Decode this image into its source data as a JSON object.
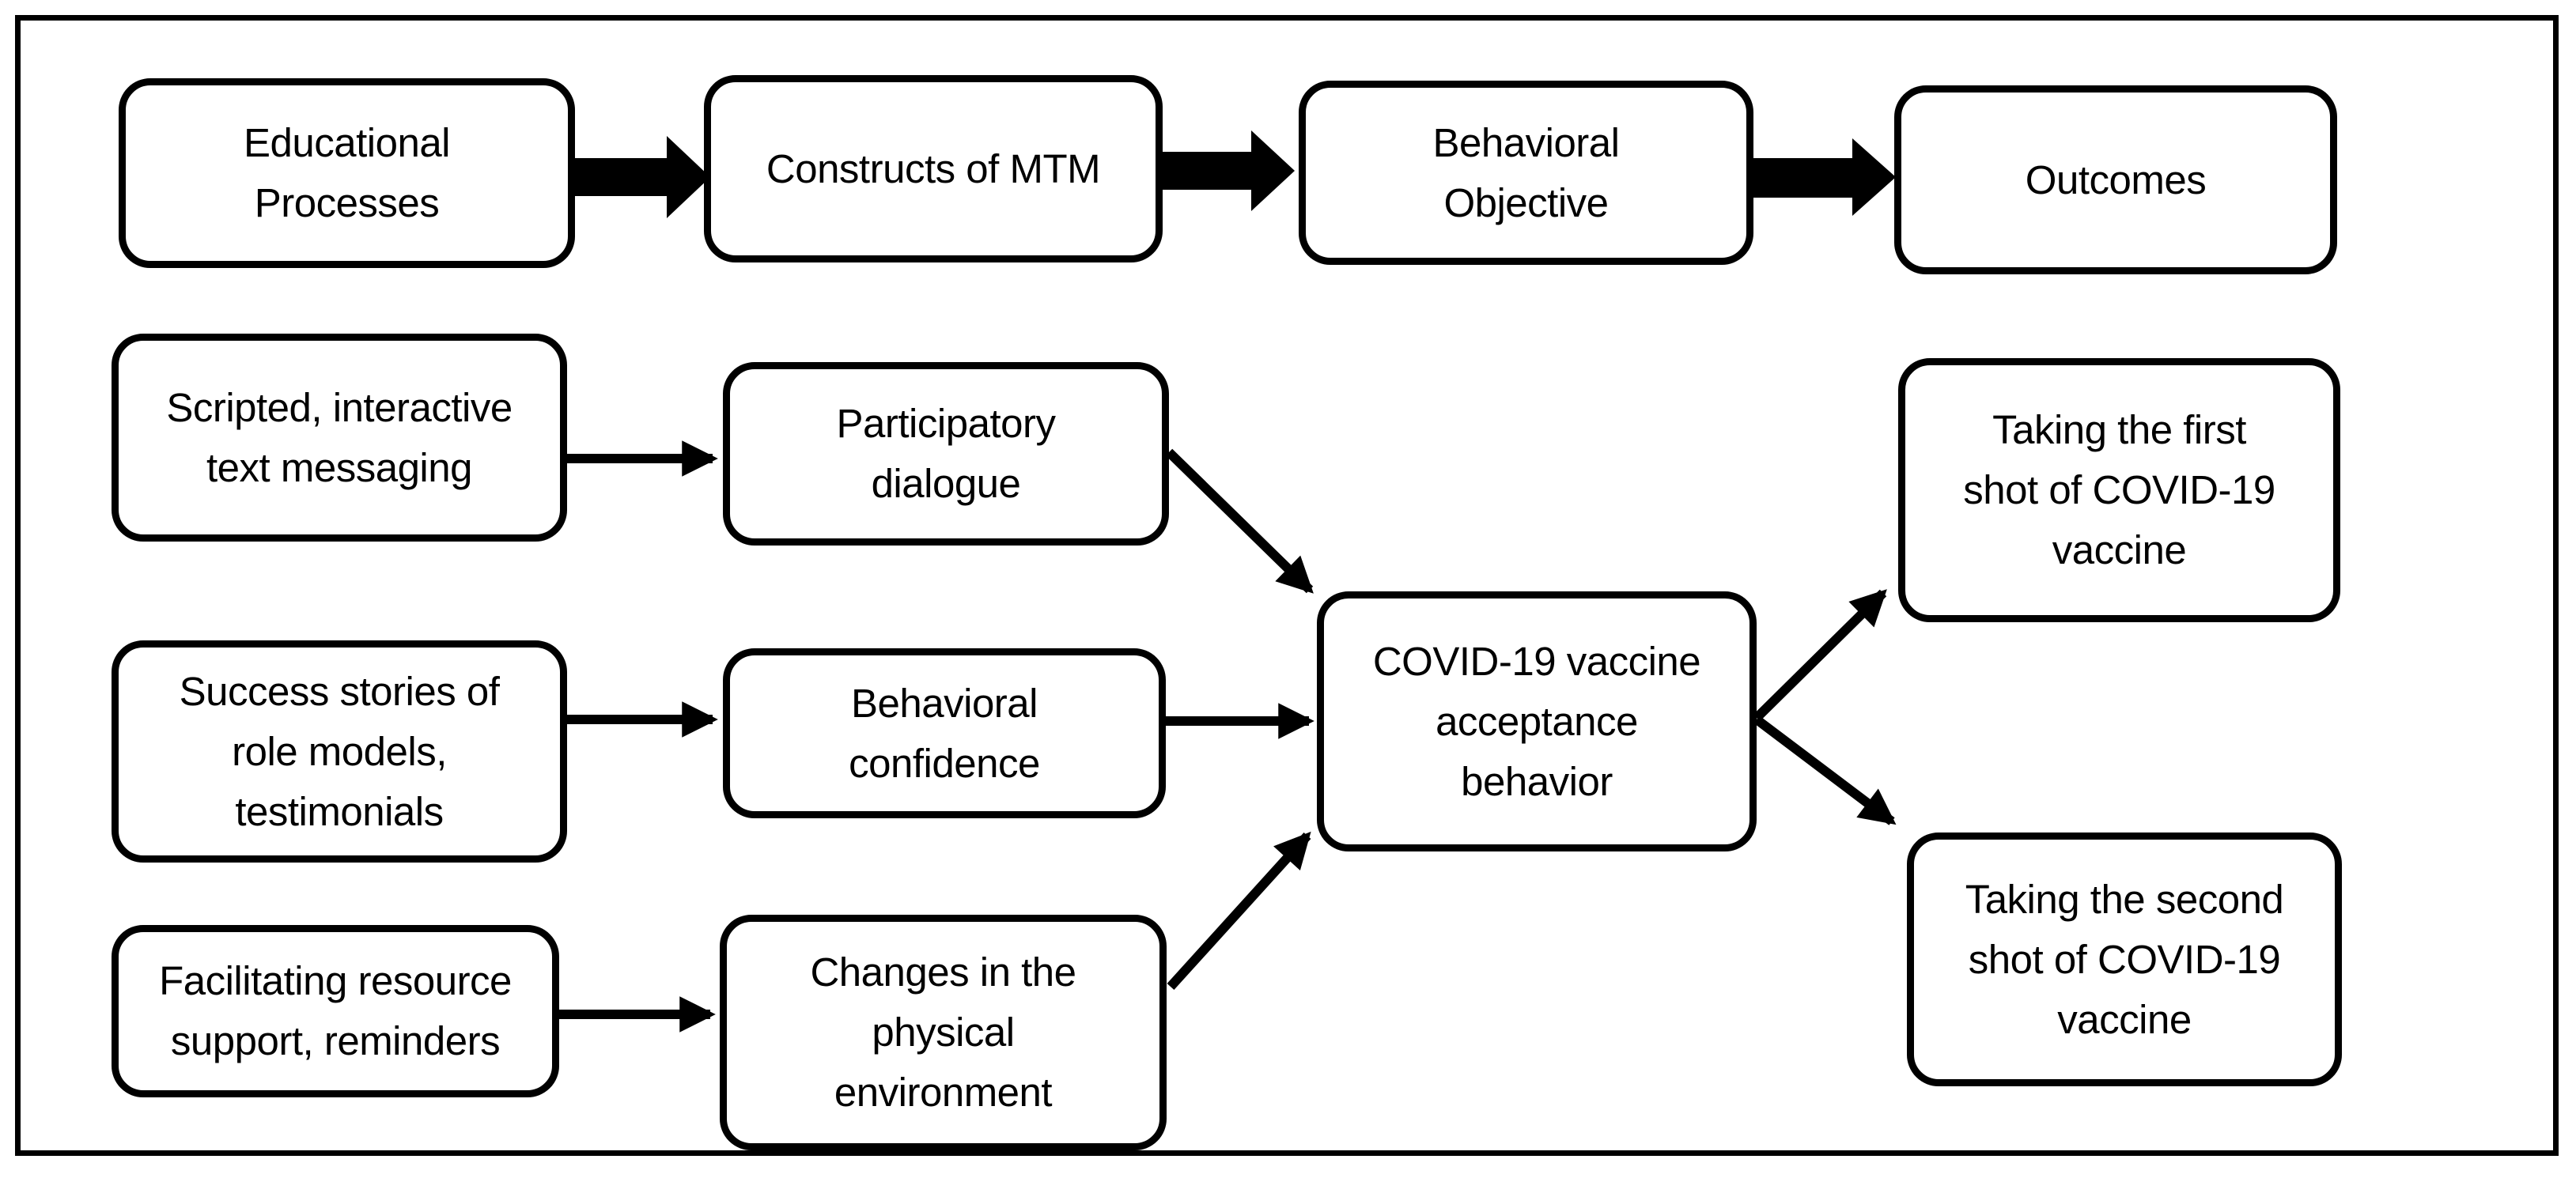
{
  "diagram": {
    "type": "flowchart",
    "background": "#ffffff",
    "stroke_color": "#000000",
    "text_color": "#000000",
    "nodes": {
      "educational-processes": {
        "label": "Educational\nProcesses",
        "role": "header"
      },
      "constructs-of-mtm": {
        "label": "Constructs of MTM",
        "role": "header"
      },
      "behavioral-objective": {
        "label": "Behavioral\nObjective",
        "role": "header"
      },
      "outcomes": {
        "label": "Outcomes",
        "role": "header"
      },
      "scripted-text-messaging": {
        "label": "Scripted, interactive\ntext messaging",
        "role": "educational-process"
      },
      "participatory-dialogue": {
        "label": "Participatory\ndialogue",
        "role": "mtm-construct"
      },
      "success-stories": {
        "label": "Success stories of\nrole models,\ntestimonials",
        "role": "educational-process"
      },
      "behavioral-confidence": {
        "label": "Behavioral\nconfidence",
        "role": "mtm-construct"
      },
      "facilitating-resource-support": {
        "label": "Facilitating resource\nsupport, reminders",
        "role": "educational-process"
      },
      "changes-physical-environment": {
        "label": "Changes in the\nphysical\nenvironment",
        "role": "mtm-construct"
      },
      "vaccine-acceptance-behavior": {
        "label": "COVID-19 vaccine\nacceptance\nbehavior",
        "role": "behavioral-objective"
      },
      "taking-first-shot": {
        "label": "Taking the first\nshot of COVID-19\nvaccine",
        "role": "outcome"
      },
      "taking-second-shot": {
        "label": "Taking the second\nshot of COVID-19\nvaccine",
        "role": "outcome"
      }
    },
    "edges": [
      {
        "from": "educational-processes",
        "to": "constructs-of-mtm",
        "style": "block"
      },
      {
        "from": "constructs-of-mtm",
        "to": "behavioral-objective",
        "style": "block"
      },
      {
        "from": "behavioral-objective",
        "to": "outcomes",
        "style": "block"
      },
      {
        "from": "scripted-text-messaging",
        "to": "participatory-dialogue",
        "style": "thin"
      },
      {
        "from": "success-stories",
        "to": "behavioral-confidence",
        "style": "thin"
      },
      {
        "from": "facilitating-resource-support",
        "to": "changes-physical-environment",
        "style": "thin"
      },
      {
        "from": "participatory-dialogue",
        "to": "vaccine-acceptance-behavior",
        "style": "thin"
      },
      {
        "from": "behavioral-confidence",
        "to": "vaccine-acceptance-behavior",
        "style": "thin"
      },
      {
        "from": "changes-physical-environment",
        "to": "vaccine-acceptance-behavior",
        "style": "thin"
      },
      {
        "from": "vaccine-acceptance-behavior",
        "to": "taking-first-shot",
        "style": "thin"
      },
      {
        "from": "vaccine-acceptance-behavior",
        "to": "taking-second-shot",
        "style": "thin"
      }
    ]
  }
}
